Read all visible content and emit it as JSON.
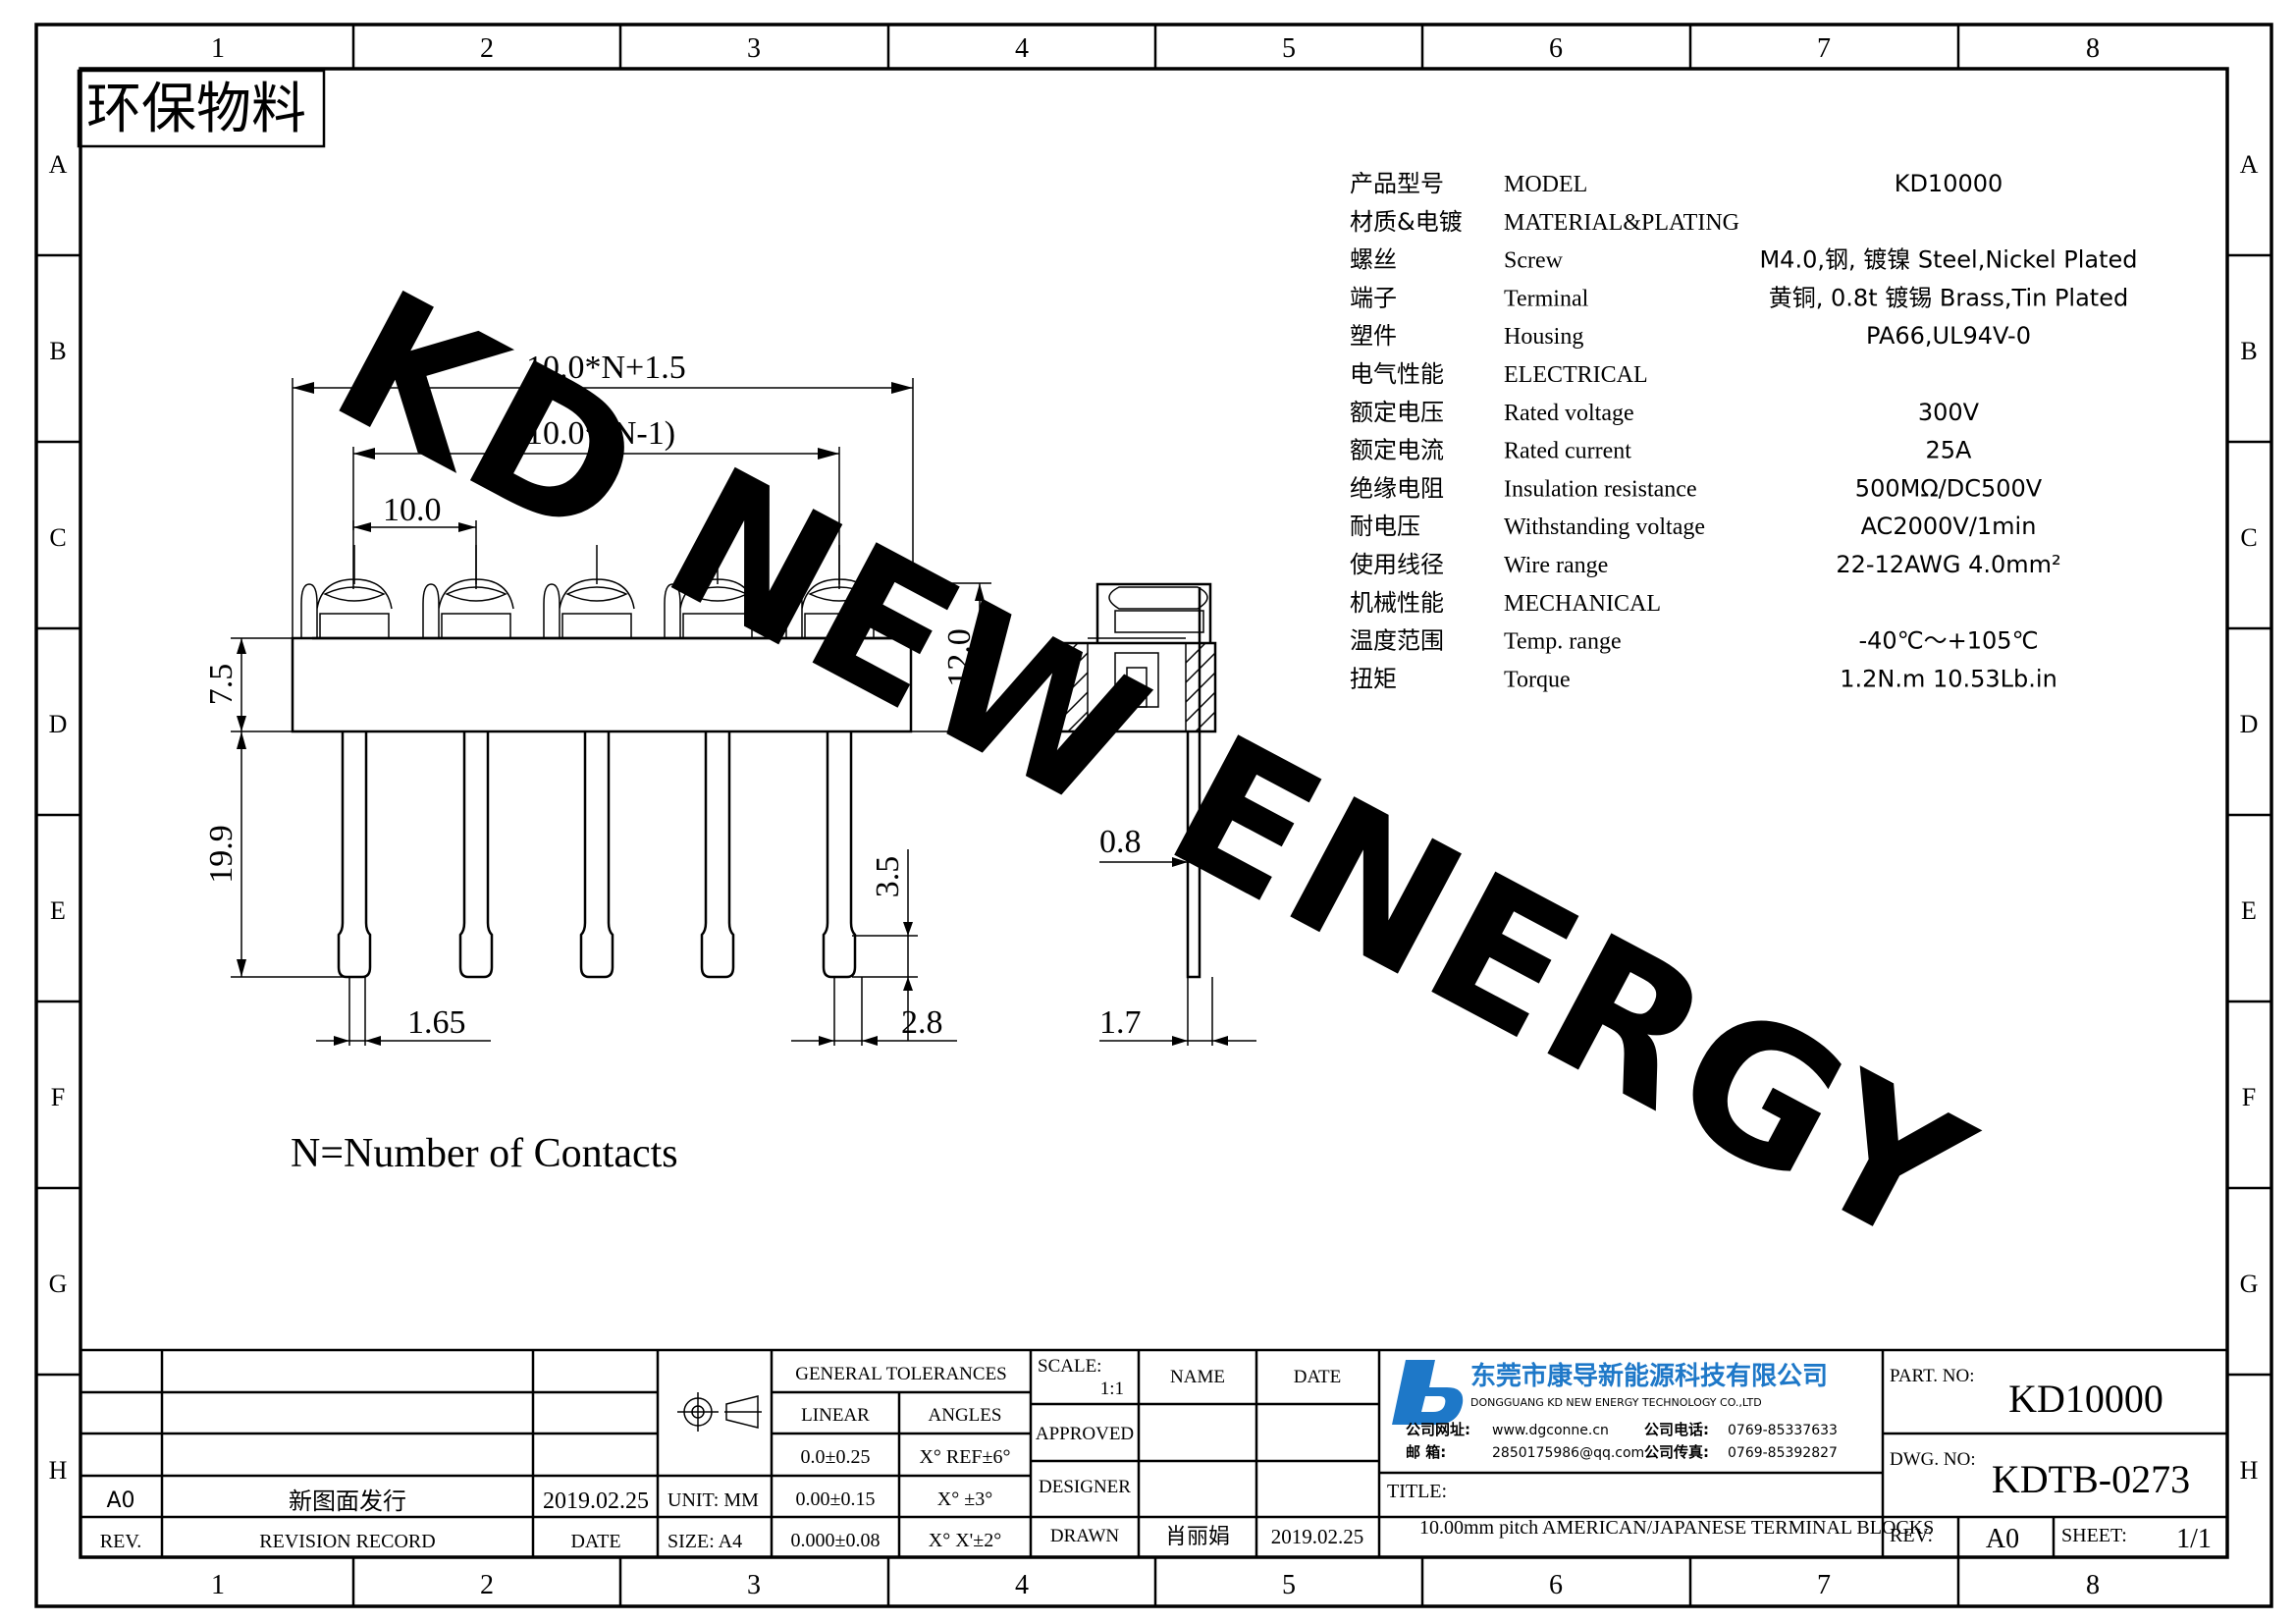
{
  "grid": {
    "columns": [
      "1",
      "2",
      "3",
      "4",
      "5",
      "6",
      "7",
      "8"
    ],
    "rows": [
      "A",
      "B",
      "C",
      "D",
      "E",
      "F",
      "G",
      "H"
    ]
  },
  "stamp": "环保物料",
  "watermark": "KD NEW ENERGY",
  "dimensions": {
    "total_length": "10.0*N+1.5",
    "span": "10.0*(N-1)",
    "pitch": "10.0",
    "height_total": "12.0",
    "height_body": "7.5",
    "pin_length": "19.9",
    "pin_tip": "3.5",
    "pin_width": "1.65",
    "pin_gap": "2.8",
    "pin_thickness": "0.8",
    "pin_depth": "1.7"
  },
  "note": "N=Number of Contacts",
  "specs": [
    {
      "cn": "产品型号",
      "en": "MODEL",
      "value": "KD10000"
    },
    {
      "cn": "材质&电镀",
      "en": "MATERIAL&PLATING",
      "value": ""
    },
    {
      "cn": "螺丝",
      "en": "Screw",
      "value": "M4.0,钢, 镀镍 Steel,Nickel Plated"
    },
    {
      "cn": "端子",
      "en": "Terminal",
      "value": "黄铜, 0.8t 镀锡 Brass,Tin Plated"
    },
    {
      "cn": "塑件",
      "en": "Housing",
      "value": "PA66,UL94V-0"
    },
    {
      "cn": "电气性能",
      "en": "ELECTRICAL",
      "value": ""
    },
    {
      "cn": "额定电压",
      "en": "Rated voltage",
      "value": "300V"
    },
    {
      "cn": "额定电流",
      "en": "Rated current",
      "value": "25A"
    },
    {
      "cn": "绝缘电阻",
      "en": "Insulation resistance",
      "value": "500MΩ/DC500V"
    },
    {
      "cn": "耐电压",
      "en": "Withstanding voltage",
      "value": "AC2000V/1min"
    },
    {
      "cn": "使用线径",
      "en": "Wire range",
      "value": "22-12AWG 4.0mm²"
    },
    {
      "cn": "机械性能",
      "en": "MECHANICAL",
      "value": ""
    },
    {
      "cn": "温度范围",
      "en": "Temp. range",
      "value": "-40℃～+105℃"
    },
    {
      "cn": "扭矩",
      "en": "Torque",
      "value": "1.2N.m  10.53Lb.in"
    }
  ],
  "title_block": {
    "revision": {
      "rev": "A0",
      "record": "新图面发行",
      "date": "2019.02.25"
    },
    "rev_header": "REV.",
    "record_header": "REVISION RECORD",
    "date_header": "DATE",
    "unit": "UNIT: MM",
    "size": "SIZE: A4",
    "general_tolerances": "GENERAL TOLERANCES",
    "linear": "LINEAR",
    "angles": "ANGLES",
    "tol_linear": [
      "0.0±0.25",
      "0.00±0.15",
      "0.000±0.08"
    ],
    "tol_angles": [
      "X° REF±6°",
      "X° ±3°",
      "X° X'±2°"
    ],
    "scale_label": "SCALE:",
    "scale_value": "1:1",
    "name_header": "NAME",
    "date_col_header": "DATE",
    "approved": "APPROVED",
    "designer": "DESIGNER",
    "drawn": "DRAWN",
    "drawn_name": "肖丽娟",
    "drawn_date": "2019.02.25",
    "company_cn": "东莞市康导新能源科技有限公司",
    "company_en": "DONGGUANG KD NEW ENERGY TECHNOLOGY CO.,LTD",
    "web_label": "公司网址:",
    "web": "www.dgconne.cn",
    "phone_label": "公司电话:",
    "phone": "0769-85337633",
    "mail_label": "邮    箱:",
    "mail": "2850175986@qq.com",
    "fax_label": "公司传真:",
    "fax": "0769-85392827",
    "title_label": "TITLE:",
    "title": "10.00mm pitch AMERICAN/JAPANESE TERMINAL BLOCKS",
    "part_no_label": "PART. NO:",
    "part_no": "KD10000",
    "dwg_no_label": "DWG. NO:",
    "dwg_no": "KDTB-0273",
    "rev_label": "REV:",
    "rev_value": "A0",
    "sheet_label": "SHEET:",
    "sheet_value": "1/1"
  },
  "colors": {
    "watermark": "#3fe2ec",
    "logo": "#1e78c8",
    "line": "#000000"
  }
}
